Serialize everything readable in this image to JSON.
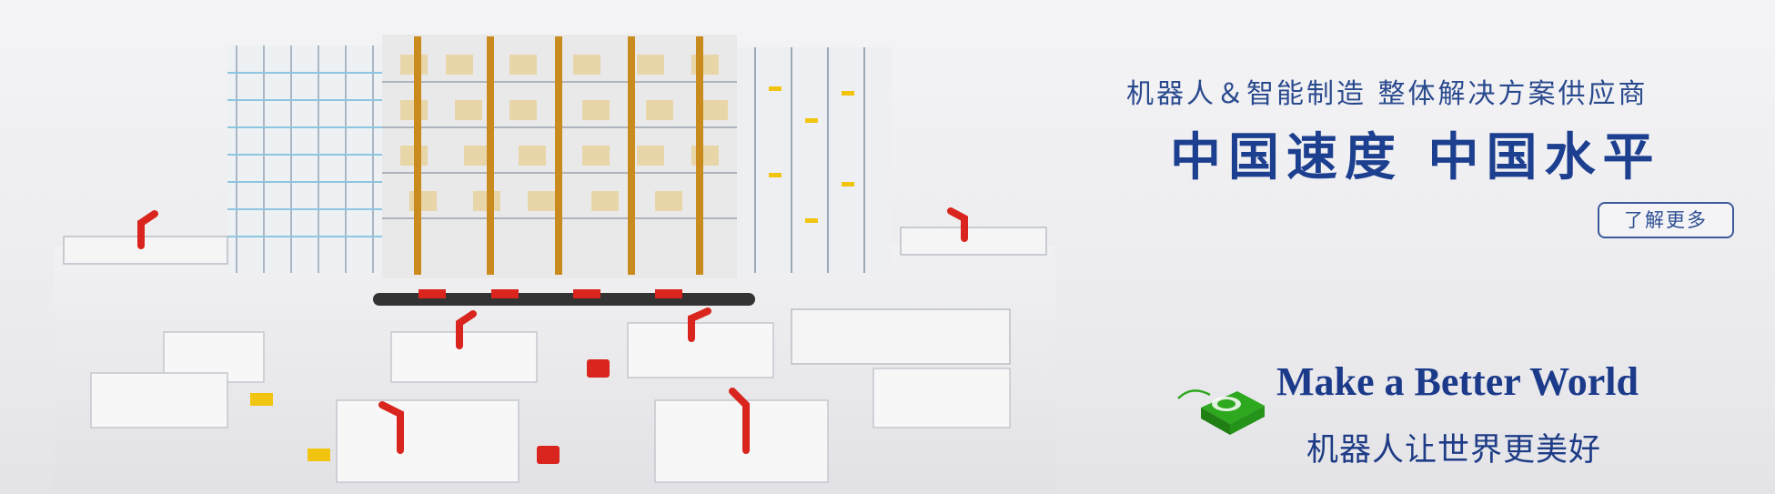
{
  "banner": {
    "tagline": "机器人＆智能制造 整体解决方案供应商",
    "slogan": "中国速度 中国水平",
    "more_button": "了解更多",
    "motto_en": "Make a Better World",
    "motto_cn": "机器人让世界更美好"
  },
  "colors": {
    "headline": "#1c3f8f",
    "robot": "#d9251d",
    "rack_orange": "#c98a1e",
    "logo_green": "#2ea81f"
  },
  "icons": {
    "logo": "green-robot-mouse-icon"
  }
}
